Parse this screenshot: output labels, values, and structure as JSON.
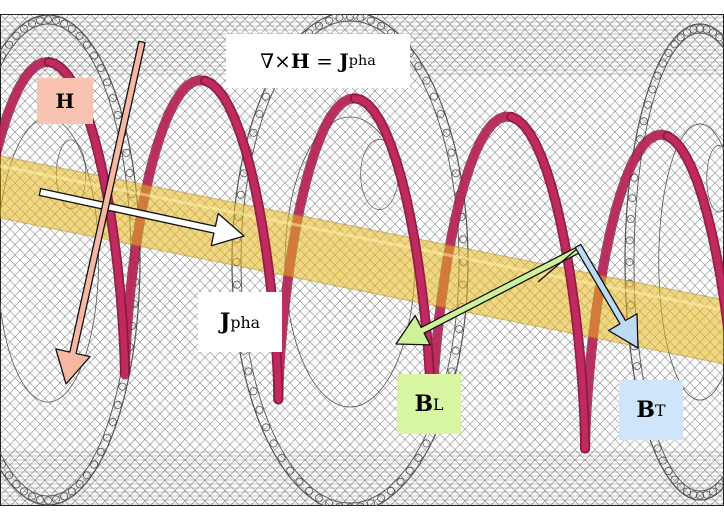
{
  "labels": {
    "H": "H",
    "curl_lhs_symbol": "∇×",
    "curl_lhs_field": "H",
    "curl_equals": "=",
    "curl_rhs_field": "J",
    "curl_rhs_sub": "pha",
    "J_field": "J",
    "J_sub": "pha",
    "BL_field": "B",
    "BL_sub": "L",
    "BT_field": "B",
    "BT_sub": "T"
  },
  "colors": {
    "mesh_line": "#5a5a5a",
    "ring": "#555555",
    "helix": "#c02a60",
    "helix_dark": "#8e1540",
    "tube_fill": "#e8b81e",
    "tube_edge": "#b28a10",
    "arrow_white": "#ffffff",
    "arrow_H": "#f6b7a3",
    "arrow_BL": "#cdf29a",
    "arrow_BT": "#bcdaf3",
    "label_H_bg": "#f8c3b1",
    "label_BL_bg": "#d8f5a2",
    "label_BT_bg": "#cfe5f9"
  }
}
